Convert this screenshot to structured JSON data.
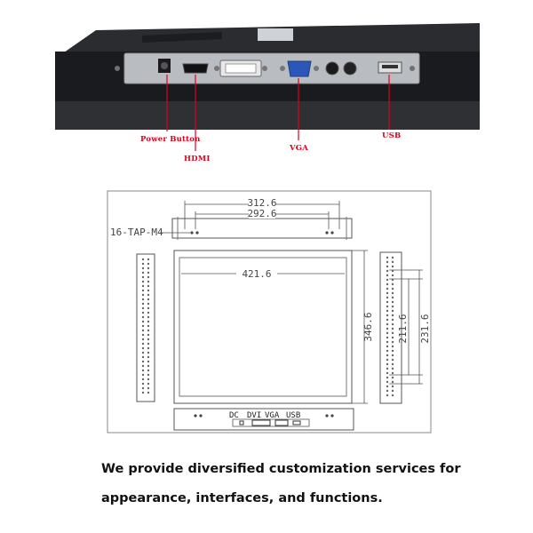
{
  "photo": {
    "labels": {
      "power": "Power Button",
      "hdmi": "HDMI",
      "vga": "VGA",
      "usb": "USB"
    },
    "accent_color": "#e0001b"
  },
  "drawing": {
    "tap_label": "16-TAP-M4",
    "dim_top_outer": "312.6",
    "dim_top_inner": "292.6",
    "dim_width": "421.6",
    "dim_height": "346.6",
    "dim_right_inner": "211.6",
    "dim_right_outer": "231.6",
    "bottom_ports": [
      "DC",
      "DVI",
      "VGA",
      "USB"
    ]
  },
  "caption": {
    "line1": "We provide diversified customization services for",
    "line2": "appearance, interfaces, and functions."
  }
}
